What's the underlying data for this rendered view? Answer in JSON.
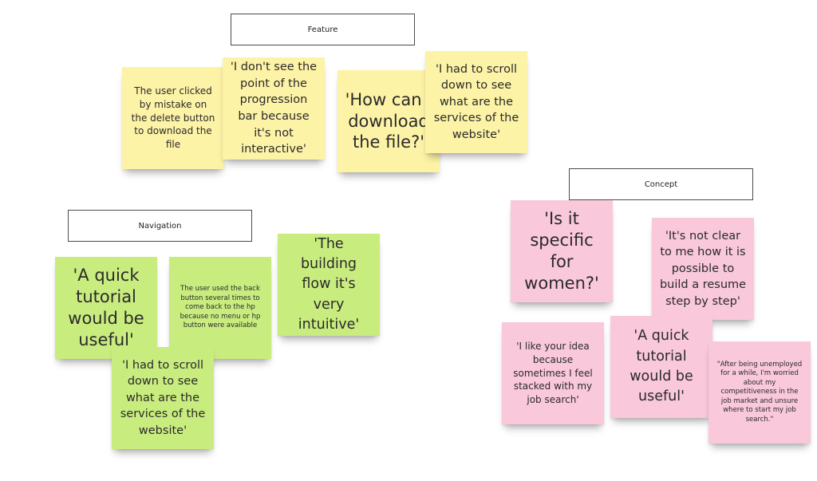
{
  "labels": {
    "feature": "Feature",
    "navigation": "Navigation",
    "concept": "Concept"
  },
  "notes": {
    "feature_1": "The user clicked by mistake on the delete button to download the file",
    "feature_2": "'I don't see the point of the progression bar because it's not interactive'",
    "feature_3": "'How can I download the file?'",
    "feature_4": "'I had to scroll down to see what are the services of the website'",
    "nav_1": "'A quick tutorial would be useful'",
    "nav_2": "The user used the back button several times to come back to the hp because no menu or hp button were available",
    "nav_3": "'The building flow it's very intuitive'",
    "nav_4": "'I had to scroll down to see what are the services of the website'",
    "concept_1": "'Is it specific for women?'",
    "concept_2": "'It's not clear to me how it is possible to build a resume step by step'",
    "concept_3": "'I like your idea because sometimes I feel stacked with my job search'",
    "concept_4": "'A quick tutorial would be useful'",
    "concept_5": "\"After being unemployed for a while, I'm worried about my competitiveness in the job market and unsure where to start my job search.\""
  },
  "colors": {
    "yellow": "#fdf3a7",
    "green": "#c9ec7f",
    "pink": "#f9c8da"
  }
}
